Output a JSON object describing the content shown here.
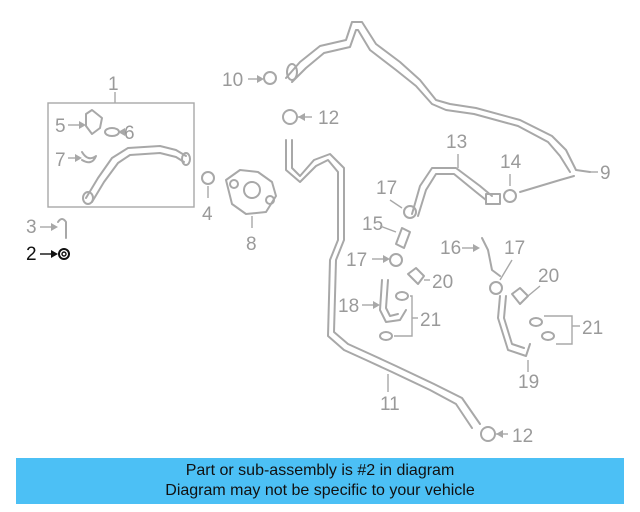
{
  "callouts": {
    "c1": "1",
    "c2": "2",
    "c3": "3",
    "c4": "4",
    "c5": "5",
    "c6": "6",
    "c7": "7",
    "c8": "8",
    "c9": "9",
    "c10": "10",
    "c11": "11",
    "c12a": "12",
    "c12b": "12",
    "c13": "13",
    "c14": "14",
    "c15": "15",
    "c16": "16",
    "c17a": "17",
    "c17b": "17",
    "c17c": "17",
    "c18": "18",
    "c19": "19",
    "c20a": "20",
    "c20b": "20",
    "c21a": "21",
    "c21b": "21"
  },
  "banner": {
    "line1": "Part or sub-assembly is #2 in diagram",
    "line2": "Diagram may not be specific to your vehicle"
  },
  "colors": {
    "banner_bg": "#4cc0f5",
    "line_gray": "#a8a8a8",
    "highlight": "#111111"
  }
}
